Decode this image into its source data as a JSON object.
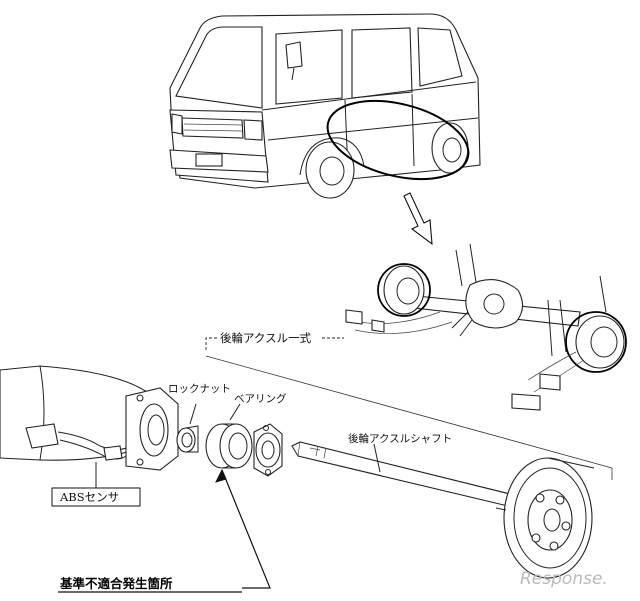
{
  "labels": {
    "rear_axle_assembly": "後輪アクスル一式",
    "lock_nut": "ロックナット",
    "bearing": "ベアリング",
    "rear_axle_shaft": "後輪アクスルシャフト",
    "abs_sensor": "ABSセンサ",
    "nonconformity_location": "基準不適合発生箇所"
  },
  "watermark": "Response."
}
